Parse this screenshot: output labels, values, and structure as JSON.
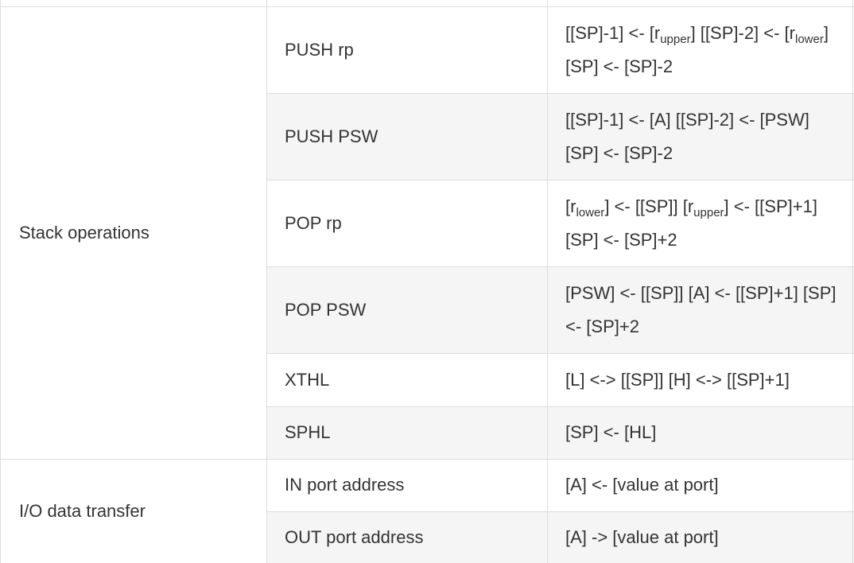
{
  "table": {
    "groups": [
      {
        "category": "Stack operations",
        "rows": [
          {
            "instruction": "PUSH rp",
            "op": {
              "a": "[[SP]-1] <- [r",
              "a_sub": "upper",
              "b": "] [[SP]-2] <- [r",
              "b_sub": "lower",
              "c": "] [SP] <- [SP]-2"
            }
          },
          {
            "instruction": "PUSH PSW",
            "op_text": "[[SP]-1] <- [A] [[SP]-2] <- [PSW] [SP] <- [SP]-2"
          },
          {
            "instruction": "POP rp",
            "op": {
              "a": "[r",
              "a_sub": "lower",
              "b": "] <- [[SP]] [r",
              "b_sub": "upper",
              "c": "] <- [[SP]+1] [SP] <- [SP]+2"
            }
          },
          {
            "instruction": "POP PSW",
            "op_text": "[PSW] <- [[SP]] [A] <- [[SP]+1] [SP] <- [SP]+2"
          },
          {
            "instruction": "XTHL",
            "op_text": "[L] <-> [[SP]] [H] <-> [[SP]+1]"
          },
          {
            "instruction": "SPHL",
            "op_text": "[SP] <- [HL]"
          }
        ]
      },
      {
        "category": "I/O data transfer",
        "rows": [
          {
            "instruction": "IN port address",
            "op_text": "[A] <- [value at port]"
          },
          {
            "instruction": "OUT port address",
            "op_text": "[A] -> [value at port]"
          }
        ]
      }
    ]
  }
}
